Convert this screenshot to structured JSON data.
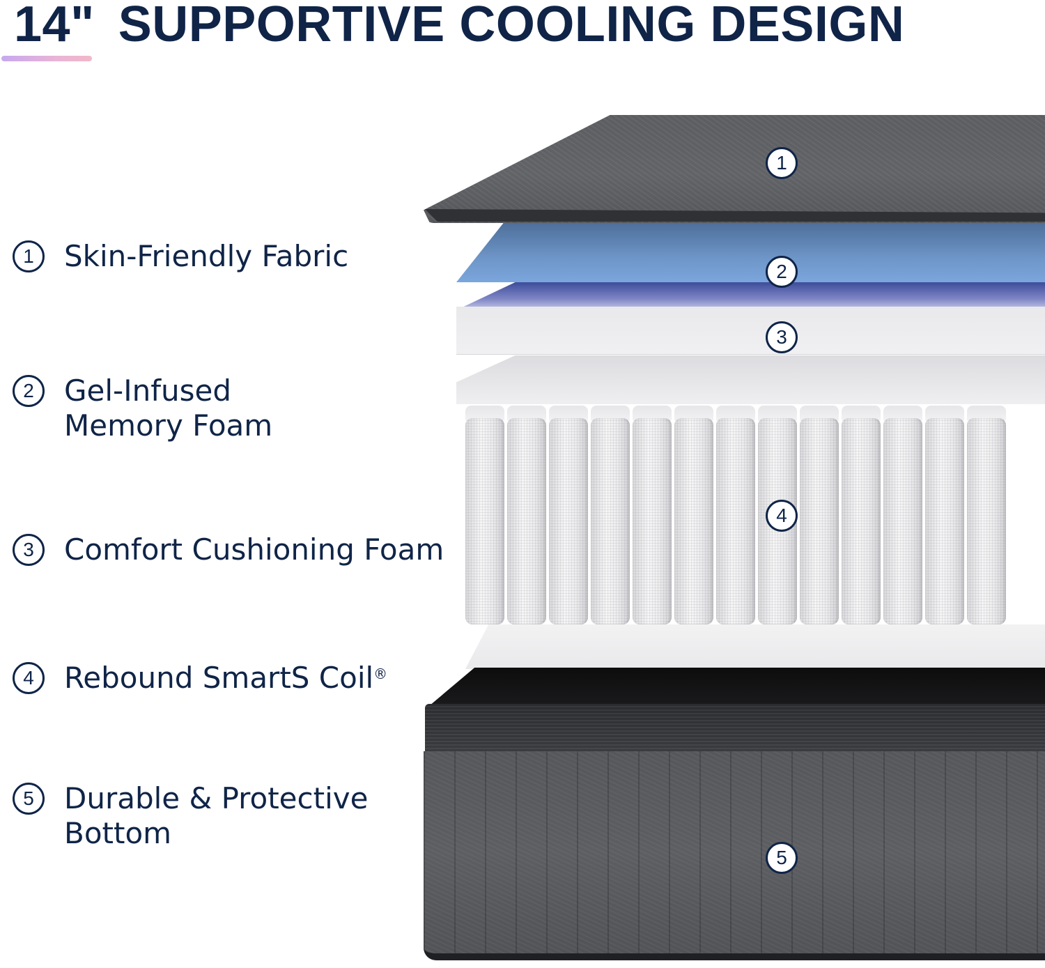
{
  "header": {
    "size": "14\"",
    "title": "SUPPORTIVE COOLING DESIGN"
  },
  "legend": [
    {
      "num": "1",
      "label": "Skin-Friendly Fabric"
    },
    {
      "num": "2",
      "label": "Gel-Infused\nMemory Foam"
    },
    {
      "num": "3",
      "label": "Comfort Cushioning Foam"
    },
    {
      "num": "4",
      "label": "Rebound SmartS Coil",
      "sup": "®"
    },
    {
      "num": "5",
      "label": "Durable & Protective\nBottom"
    }
  ],
  "markers": [
    "1",
    "2",
    "3",
    "4",
    "5"
  ],
  "colors": {
    "navy": "#0f2447",
    "underline_gradient": [
      "#c7a8ef",
      "#f2b8c8"
    ],
    "gel_blue": "#6e96c8",
    "fabric_gray": "#5c5e62"
  }
}
